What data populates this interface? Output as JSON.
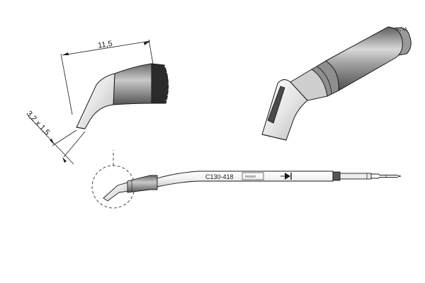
{
  "dimensions": {
    "length": "11,5",
    "tip_size": "3,2 x 1,5"
  },
  "tool": {
    "part_number": "C130-418",
    "serial_marking": "xxxxxx",
    "direction_icon": "diode-arrow-icon"
  },
  "colors": {
    "outline": "#1a1a1a",
    "metal_light": "#dcdcdc",
    "metal_mid": "#a9a9a9",
    "metal_dark": "#6e6e6e",
    "tip_silver": "#f0f0f0",
    "detail_circle": "#333333"
  }
}
